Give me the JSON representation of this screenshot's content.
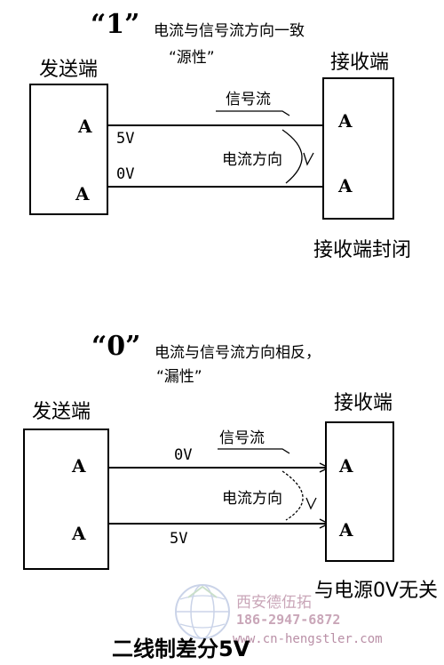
{
  "top": {
    "heading_quote": "“1”",
    "heading_text": "电流与信号流方向一致",
    "heading_sub": "“源性”",
    "sender_label": "发送端",
    "receiver_label": "接收端",
    "signal_flow": "信号流",
    "current_dir": "电流方向",
    "v_top": "5V",
    "v_bottom": "0V",
    "pin_a": "A",
    "pin_abar": "A",
    "recv_pin_a": "A",
    "recv_pin_abar": "A",
    "closed_label": "接收端封闭"
  },
  "bottom": {
    "heading_quote": "“0”",
    "heading_text": "电流与信号流方向相反，",
    "heading_sub": "“漏性”",
    "sender_label": "发送端",
    "receiver_label": "接收端",
    "signal_flow": "信号流",
    "current_dir": "电流方向",
    "v_top": "0V",
    "v_bottom": "5V",
    "pin_a": "A",
    "pin_abar": "A",
    "recv_pin_a": "A",
    "recv_pin_abar": "A",
    "note": "与电源0V无关"
  },
  "watermark": {
    "company": "西安德伍拓",
    "phone": "186-2947-6872",
    "url": "www.cn-hengstler.com"
  },
  "caption": "二线制差分5V"
}
